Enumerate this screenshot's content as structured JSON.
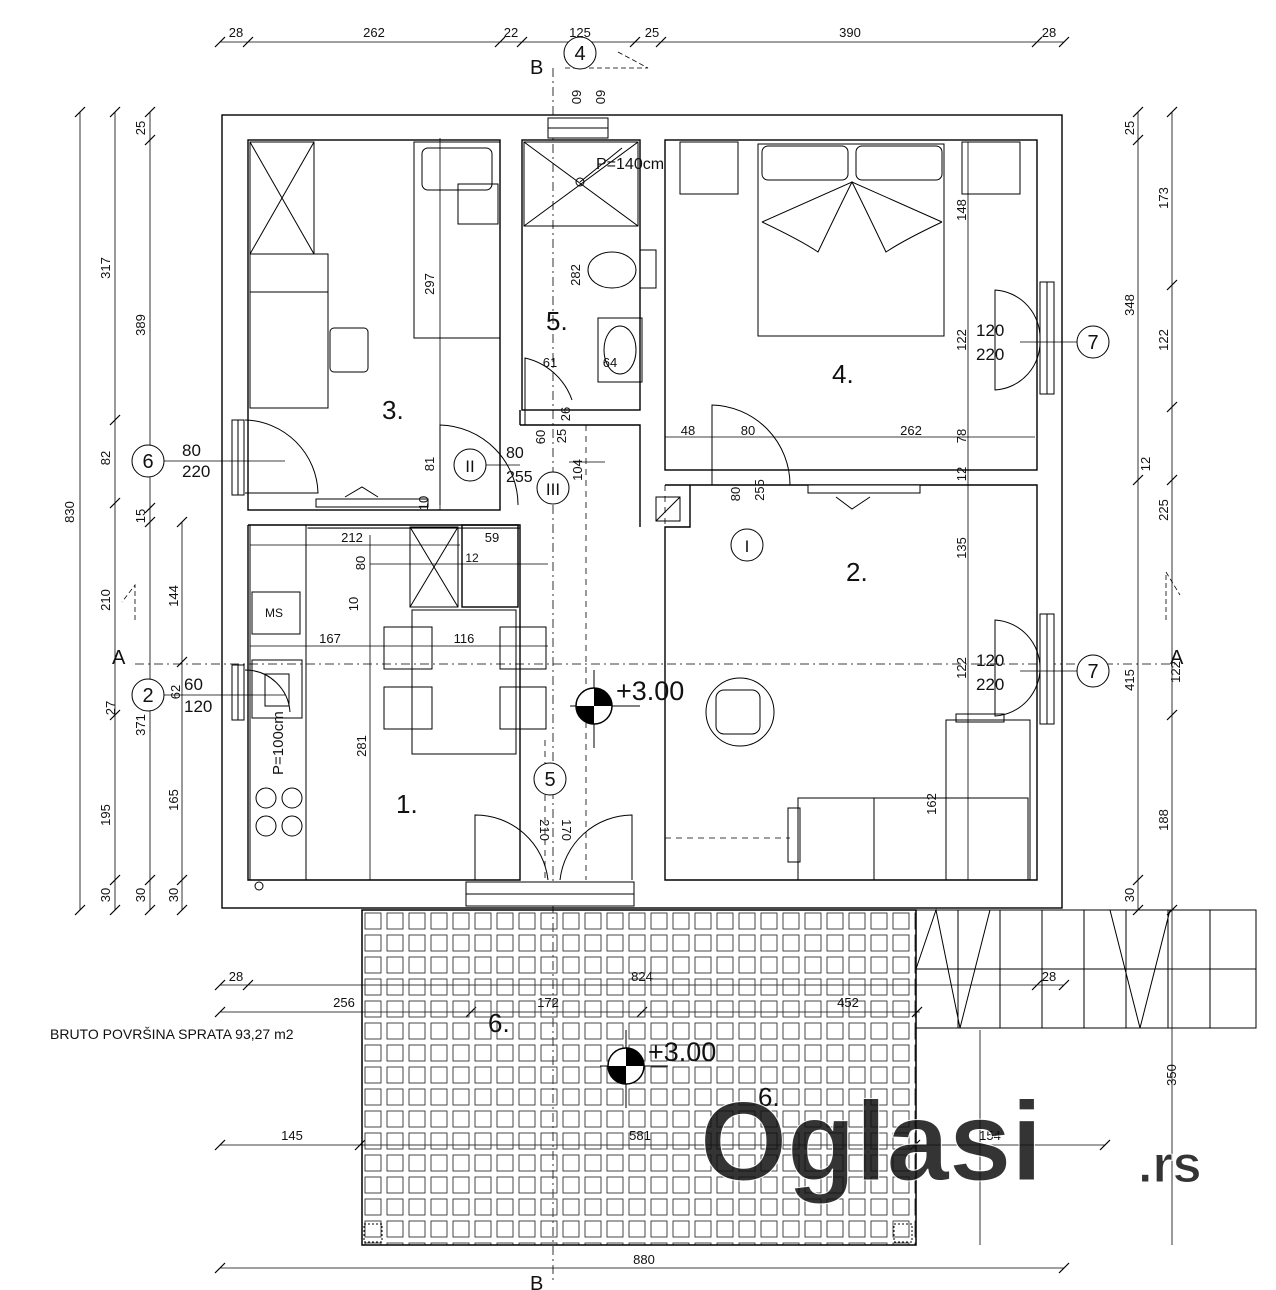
{
  "dims_top": [
    "28",
    "262",
    "22",
    "125",
    "25",
    "390",
    "28"
  ],
  "dims_left_outer": [
    "830"
  ],
  "dims_left_1": [
    "317",
    "82",
    "210",
    "195",
    "30"
  ],
  "dims_left_2": [
    "25",
    "389",
    "15",
    "371",
    "30"
  ],
  "dims_left_3": [
    "144",
    "165",
    "30"
  ],
  "dims_right_1": [
    "173",
    "122",
    "225",
    "188",
    "30"
  ],
  "dims_right_2": [
    "25",
    "348",
    "12",
    "415"
  ],
  "dims_right_extra": [
    "12",
    "122",
    "350"
  ],
  "dims_terrace": [
    "28",
    "824",
    "28",
    "256",
    "172",
    "452",
    "145",
    "581",
    "154",
    "880"
  ],
  "interior_dims": [
    "297",
    "81",
    "10",
    "212",
    "59",
    "12",
    "80",
    "10",
    "167",
    "116",
    "281",
    "62",
    "27",
    "61",
    "64",
    "60",
    "25",
    "26",
    "104",
    "282",
    "48",
    "80",
    "262",
    "78",
    "148",
    "122",
    "135",
    "122",
    "162",
    "60",
    "60",
    "80",
    "255",
    "80",
    "255",
    "210",
    "170"
  ],
  "section_letters": [
    "A",
    "A",
    "B",
    "B"
  ],
  "axis_markers": [
    "4",
    "6",
    "2",
    "7",
    "7",
    "5"
  ],
  "openings": [
    {
      "w": "80",
      "h": "220"
    },
    {
      "w": "60",
      "h": "120"
    },
    {
      "w": "120",
      "h": "220"
    },
    {
      "w": "120",
      "h": "220"
    }
  ],
  "door_markers": [
    "II",
    "III",
    "I"
  ],
  "rooms": [
    "1.",
    "2.",
    "3.",
    "4.",
    "5.",
    "6.",
    "6."
  ],
  "levels": [
    "+3.00",
    "+3.00"
  ],
  "fixtures": {
    "ms": "MS",
    "p100": "P=100cm",
    "p140": "P=140cm"
  },
  "note": "BRUTO POVRŠINA SPRATA 93,27 m2",
  "watermark": {
    "brand": "Oglasi",
    "tld": ".rs",
    "color": "#e8893a"
  }
}
